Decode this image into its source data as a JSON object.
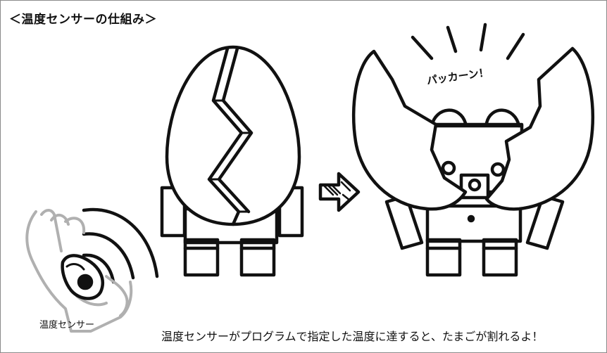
{
  "title": "＜温度センサーの仕組み＞",
  "sfx": "パッカーン！",
  "sensor_label": "温度センサー",
  "caption": "温度センサーがプログラムで指定した温度に達すると、たまごが割れるよ！",
  "colors": {
    "ink": "#111111",
    "hand": "#b0b0b0",
    "background": "#ffffff",
    "border": "#8a8a8a"
  }
}
